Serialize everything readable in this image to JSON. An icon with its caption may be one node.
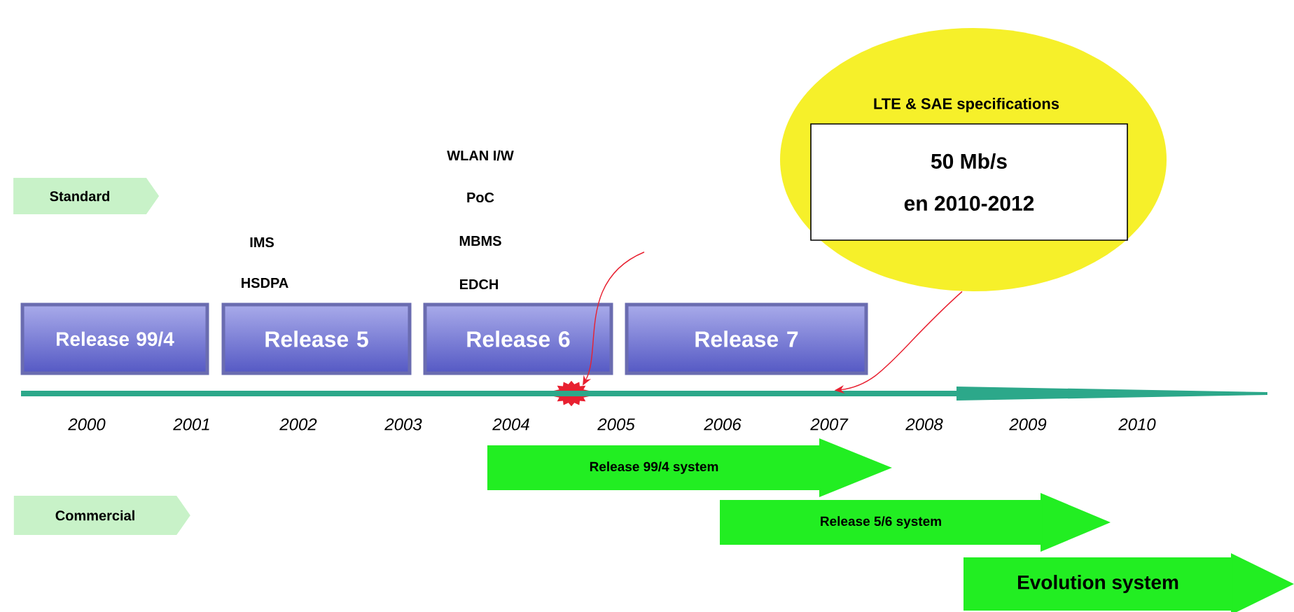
{
  "diagram": {
    "nodes": [
      {
        "text": [
          "Standard"
        ]
      },
      {
        "text": [
          "Release 99/4"
        ]
      },
      {
        "text": [
          "Release 5"
        ]
      },
      {
        "text": [
          "Release 6"
        ]
      },
      {
        "text": [
          "Release 7"
        ]
      },
      {
        "text": [
          "LTE & SAE specifications"
        ]
      },
      {
        "text": [
          "50 Mb/s",
          "en 2010-2012"
        ],
        "in": 5
      },
      {
        "text": [],
        "shape": "star"
      },
      {
        "text": [
          "Commercial"
        ]
      },
      {
        "text": [
          "Release 99/4 system"
        ]
      },
      {
        "text": [
          "Release 5/6 system"
        ]
      },
      {
        "text": [
          "Evolution system"
        ]
      },
      {
        "text": [],
        "shape": "bar"
      }
    ],
    "edges": [
      {
        "from": null,
        "to": 7,
        "arrow": "to"
      },
      {
        "from": 5,
        "to": 12,
        "arrow": "to"
      }
    ],
    "labels": [
      "WLAN I/W",
      "PoC",
      "IMS",
      "MBMS",
      "HSDPA",
      "EDCH",
      "2000",
      "2001",
      "2002",
      "2003",
      "2004",
      "2005",
      "2006",
      "2007",
      "2008",
      "2009",
      "2010"
    ]
  }
}
